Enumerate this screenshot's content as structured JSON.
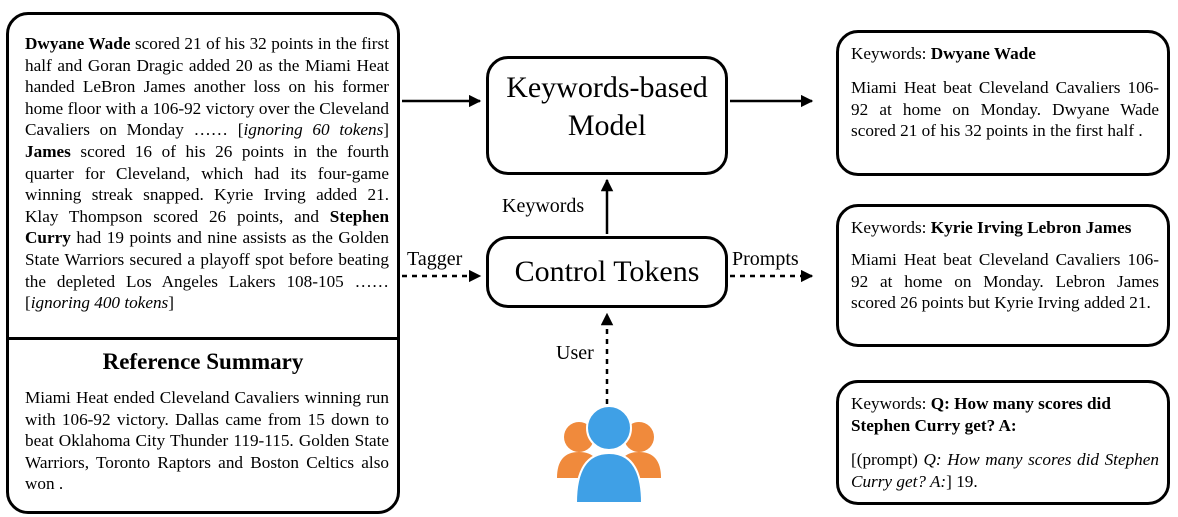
{
  "source": {
    "article": [
      {
        "text": "Dwyane Wade",
        "b": true
      },
      {
        "text": " scored 21 of his 32 points in the first half and Goran Dragic added 20 as the Miami Heat handed LeBron James another loss on his former home floor with a 106-92 victory over the Cleveland Cavaliers on Monday …… ["
      },
      {
        "text": "ignoring 60 tokens",
        "i": true
      },
      {
        "text": "] "
      },
      {
        "text": "James",
        "b": true
      },
      {
        "text": " scored 16 of his 26 points in the fourth quarter for Cleveland, which had its four-game winning streak snapped. Kyrie Irving added 21. Klay Thompson scored 26 points, and "
      },
      {
        "text": "Stephen Curry",
        "b": true
      },
      {
        "text": " had 19 points and nine assists as the Golden State Warriors secured a playoff spot before beating the depleted Los Angeles Lakers 108-105 …… ["
      },
      {
        "text": "ignoring 400 tokens",
        "i": true
      },
      {
        "text": "]"
      }
    ],
    "reference_title": "Reference Summary",
    "reference_text": "Miami Heat ended Cleveland Cavaliers winning run with 106-92 victory. Dallas came from 15 down to beat Oklahoma City Thunder 119-115. Golden State Warriors, Toronto Raptors and Boston Celtics also won ."
  },
  "model": {
    "line1": "Keywords-based",
    "line2": "Model"
  },
  "control": {
    "label": "Control Tokens"
  },
  "edges": {
    "keywords": "Keywords",
    "tagger": "Tagger",
    "prompts": "Prompts",
    "user": "User"
  },
  "outputs": [
    {
      "keywords_prefix": "Keywords: ",
      "keywords": "Dwyane Wade",
      "body": [
        {
          "text": "Miami Heat beat Cleveland Cavaliers 106-92 at home on Monday. Dwyane Wade scored 21 of his 32 points in the first half ."
        }
      ]
    },
    {
      "keywords_prefix": "Keywords: ",
      "keywords": "Kyrie Irving Lebron James",
      "body": [
        {
          "text": "Miami Heat beat Cleveland Cavaliers 106-92 at home on Monday. Lebron James scored 26 points but Kyrie Irving added 21."
        }
      ]
    },
    {
      "keywords_prefix": "Keywords: ",
      "keywords": "Q: How many scores did Stephen Curry get? A:",
      "body": [
        {
          "text": "[(prompt) "
        },
        {
          "text": "Q: How many scores did Stephen Curry get? A:",
          "i": true
        },
        {
          "text": "]  19."
        }
      ]
    }
  ],
  "colors": {
    "user_icon_front": "#3fa0e6",
    "user_icon_back": "#f08a3c",
    "stroke": "#000000"
  },
  "icons": {
    "user_group": "users-icon"
  }
}
